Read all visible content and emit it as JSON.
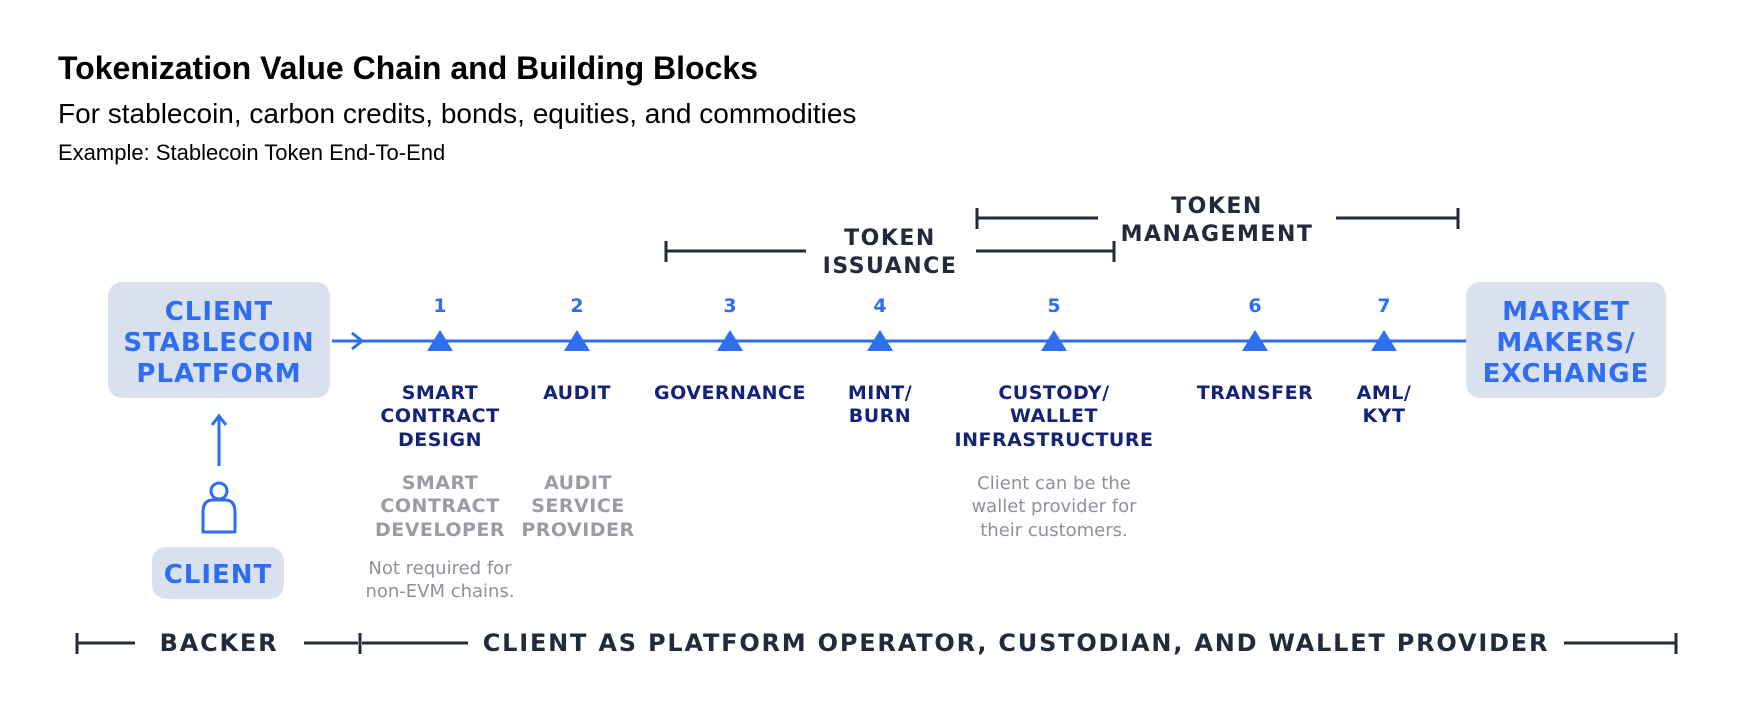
{
  "title": "Tokenization Value Chain and Building Blocks",
  "subtitle": "For stablecoin, carbon credits, bonds, equities, and commodities",
  "example": "Example: Stablecoin Token End-To-End",
  "colors": {
    "accent": "#2f6ef0",
    "navy": "#14227a",
    "box": "#d9e1ef",
    "gray": "#9b9ba3",
    "dark": "#232a3a"
  },
  "left_box": {
    "lines": [
      "CLIENT",
      "STABLECOIN",
      "PLATFORM"
    ]
  },
  "right_box": {
    "lines": [
      "MARKET",
      "MAKERS/",
      "EXCHANGE"
    ]
  },
  "client": {
    "label": "CLIENT",
    "icon": "person-icon"
  },
  "token_issuance": [
    "TOKEN",
    "ISSUANCE"
  ],
  "token_management": [
    "TOKEN",
    "MANAGEMENT"
  ],
  "steps": [
    {
      "num": "1",
      "label": [
        "SMART",
        "CONTRACT",
        "DESIGN"
      ],
      "provider": [
        "SMART",
        "CONTRACT",
        "DEVELOPER"
      ],
      "note": [
        "Not required for",
        "non-EVM chains."
      ]
    },
    {
      "num": "2",
      "label": [
        "AUDIT"
      ],
      "provider": [
        "AUDIT",
        "SERVICE",
        "PROVIDER"
      ],
      "note": []
    },
    {
      "num": "3",
      "label": [
        "GOVERNANCE"
      ],
      "provider": [],
      "note": []
    },
    {
      "num": "4",
      "label": [
        "MINT/",
        "BURN"
      ],
      "provider": [],
      "note": []
    },
    {
      "num": "5",
      "label": [
        "CUSTODY/",
        "WALLET",
        "INFRASTRUCTURE"
      ],
      "provider": [],
      "note": [
        "Client can be the",
        "wallet provider for",
        "their customers."
      ]
    },
    {
      "num": "6",
      "label": [
        "TRANSFER"
      ],
      "provider": [],
      "note": []
    },
    {
      "num": "7",
      "label": [
        "AML/",
        "KYT"
      ],
      "provider": [],
      "note": []
    }
  ],
  "bottom": {
    "backer": "BACKER",
    "operator": "CLIENT AS PLATFORM OPERATOR, CUSTODIAN, AND WALLET PROVIDER"
  }
}
